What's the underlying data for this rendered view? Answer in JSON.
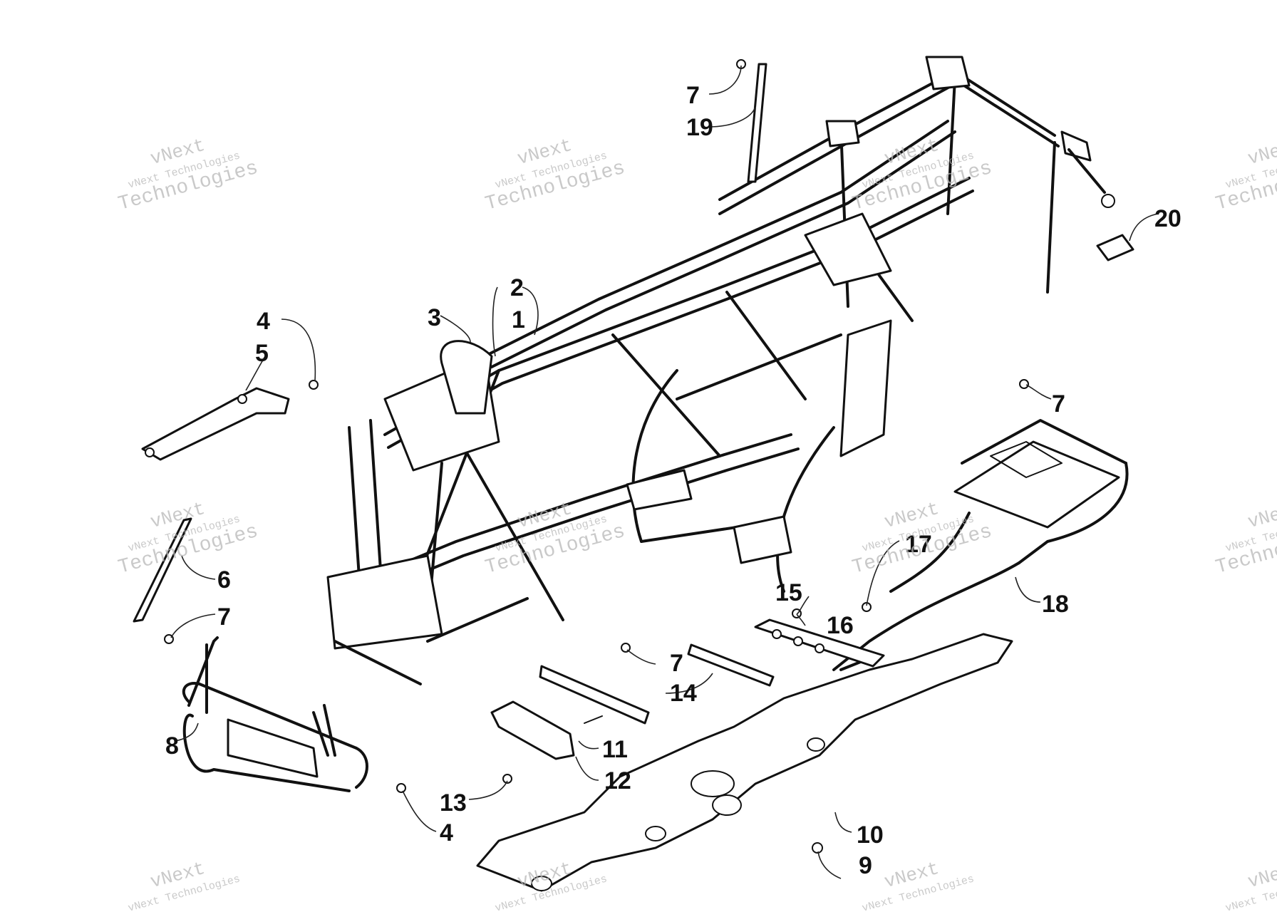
{
  "callouts": [
    {
      "id": "c1",
      "label": "1"
    },
    {
      "id": "c2",
      "label": "2"
    },
    {
      "id": "c3",
      "label": "3"
    },
    {
      "id": "c4a",
      "label": "4"
    },
    {
      "id": "c4b",
      "label": "4"
    },
    {
      "id": "c5",
      "label": "5"
    },
    {
      "id": "c6",
      "label": "6"
    },
    {
      "id": "c7a",
      "label": "7"
    },
    {
      "id": "c7b",
      "label": "7"
    },
    {
      "id": "c7c",
      "label": "7"
    },
    {
      "id": "c7d",
      "label": "7"
    },
    {
      "id": "c8",
      "label": "8"
    },
    {
      "id": "c9",
      "label": "9"
    },
    {
      "id": "c10",
      "label": "10"
    },
    {
      "id": "c11",
      "label": "11"
    },
    {
      "id": "c12",
      "label": "12"
    },
    {
      "id": "c13",
      "label": "13"
    },
    {
      "id": "c14",
      "label": "14"
    },
    {
      "id": "c15",
      "label": "15"
    },
    {
      "id": "c16",
      "label": "16"
    },
    {
      "id": "c17",
      "label": "17"
    },
    {
      "id": "c18",
      "label": "18"
    },
    {
      "id": "c19",
      "label": "19"
    },
    {
      "id": "c20",
      "label": "20"
    }
  ],
  "watermark": {
    "line1": "vNext",
    "line2": "vNext Technologies",
    "line3": "Technologies"
  }
}
